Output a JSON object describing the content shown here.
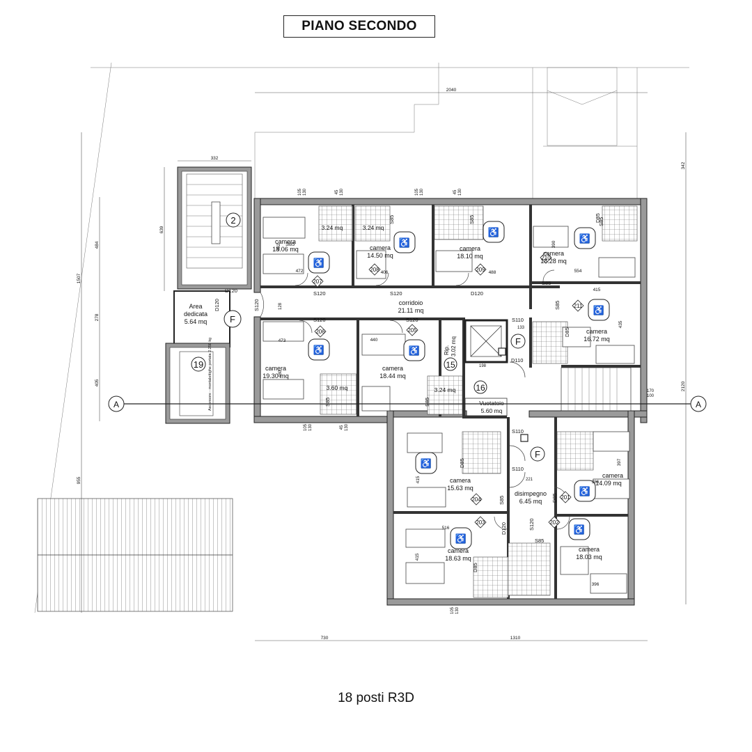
{
  "title": "PIANO SECONDO",
  "caption": "18 posti R3D",
  "section_marker": "A",
  "overall_dims": {
    "top": "2040",
    "bottom_left": "730",
    "bottom_right": "1310",
    "left_total": "1507",
    "left_lower": "955",
    "right_total": "2120",
    "right_top": "342",
    "stair_width": "332"
  },
  "left_dims": [
    "639",
    "484",
    "278",
    "405"
  ],
  "rooms": [
    {
      "id": "r1",
      "label": "camera",
      "area": "18.06 mq",
      "dims": [
        "452",
        "472"
      ],
      "code": "207"
    },
    {
      "id": "r2",
      "label": "camera",
      "area": "14.50 mq",
      "dims": [
        "406"
      ],
      "code": "208"
    },
    {
      "id": "r3",
      "label": "camera",
      "area": "18.10 mq",
      "dims": [
        "488"
      ],
      "code": "209"
    },
    {
      "id": "r4",
      "label": "camera",
      "area": "18.28 mq",
      "dims": [
        "390",
        "554"
      ],
      "code": "210"
    },
    {
      "id": "r5",
      "label": "camera",
      "area": "16.72 mq",
      "dims": [
        "415",
        "435"
      ],
      "code": "211"
    },
    {
      "id": "r6",
      "label": "camera",
      "area": "19.30 mq",
      "dims": [
        "473",
        "480"
      ],
      "code": "206"
    },
    {
      "id": "r7",
      "label": "camera",
      "area": "18.44 mq",
      "dims": [
        "440"
      ],
      "code": "205"
    },
    {
      "id": "r8",
      "label": "camera",
      "area": "15.63 mq",
      "dims": [
        "415"
      ],
      "code": "204"
    },
    {
      "id": "r9",
      "label": "camera",
      "area": "18.63 mq",
      "dims": [
        "516",
        "415"
      ],
      "code": "203"
    },
    {
      "id": "r10",
      "label": "camera",
      "area": "14.09 mq",
      "dims": [
        "397",
        "386"
      ],
      "code": "201"
    },
    {
      "id": "r11",
      "label": "camera",
      "area": "18.03 mq",
      "dims": [
        "396"
      ],
      "code": "202"
    }
  ],
  "baths": [
    "3.24 mq",
    "3.24 mq",
    "3.60 mq",
    "3.24 mq"
  ],
  "spaces": {
    "corridor": {
      "label": "corridoio",
      "area": "21.11 mq"
    },
    "area_dedicata": {
      "line1": "Area",
      "line2": "dedicata",
      "area": "5.64 mq"
    },
    "disimpegno": {
      "label": "disimpegno",
      "area": "6.45 mq"
    },
    "vuotatoio": {
      "label": "Vuotatoio",
      "area": "5.60 mq"
    },
    "rip": {
      "label": "Rip.",
      "area": "3.02 mq"
    },
    "lift_text": "Ascensore - montalettighe portata 2.250 kg"
  },
  "markers": {
    "stair": "2",
    "lift": "19",
    "rip": "15",
    "vuotatoio": "16",
    "fire": "F"
  },
  "door_labels": [
    "S85",
    "S85",
    "S85",
    "S85",
    "S85",
    "S85",
    "S85",
    "S85",
    "S85",
    "S85",
    "S120",
    "S120",
    "S120",
    "S120",
    "S120",
    "S120",
    "D120",
    "D120",
    "D120",
    "D120",
    "D110",
    "S110",
    "S110",
    "S110",
    "D85",
    "D85",
    "D85",
    "D85",
    "D85"
  ],
  "misc_dims": [
    "105",
    "130",
    "45",
    "130",
    "105",
    "130",
    "45",
    "130",
    "105",
    "130",
    "45",
    "130",
    "105",
    "130",
    "128",
    "133",
    "198",
    "221",
    "170",
    "100"
  ]
}
